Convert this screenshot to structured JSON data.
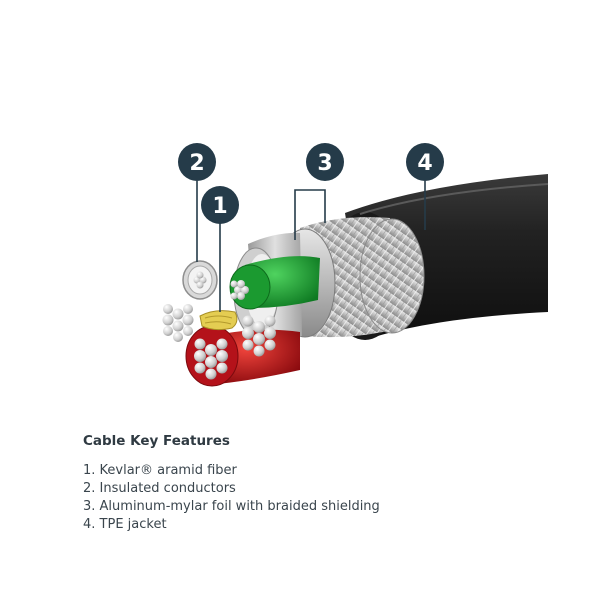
{
  "callouts": [
    {
      "number": "2"
    },
    {
      "number": "1"
    },
    {
      "number": "3"
    },
    {
      "number": "4"
    }
  ],
  "features": {
    "title": "Cable Key Features",
    "items": [
      "1. Kevlar® aramid fiber",
      "2. Insulated conductors",
      "3. Aluminum-mylar foil with braided shielding",
      "4. TPE jacket"
    ]
  },
  "colors": {
    "callout_fill": "#253b49",
    "jacket": "#1c1c1c",
    "braid": "#bdbdbd",
    "conductor_green": "#1fa536",
    "conductor_red": "#d1141a",
    "kevlar": "#e2cc53",
    "text": "#2f3a42"
  }
}
